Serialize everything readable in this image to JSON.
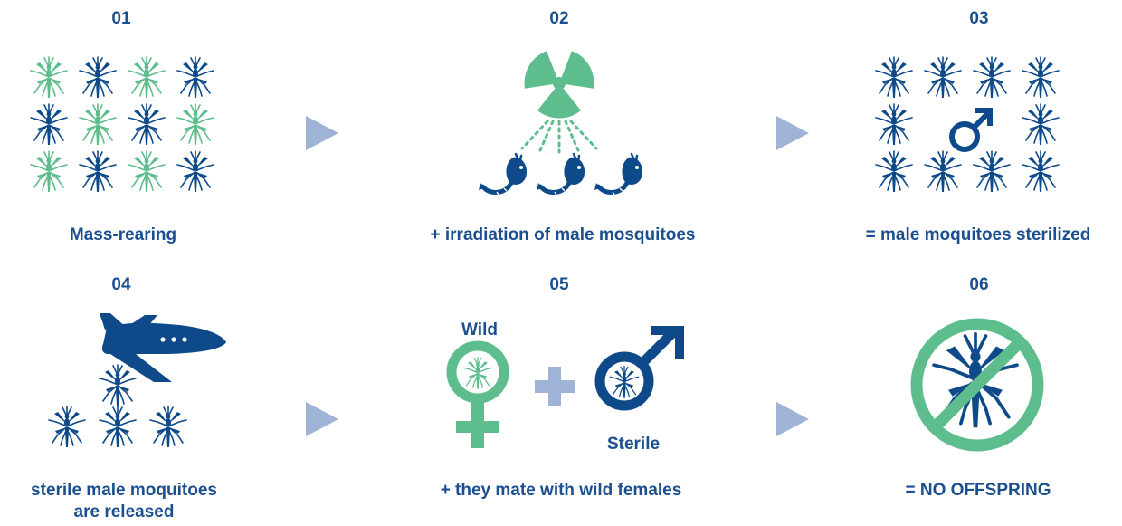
{
  "colors": {
    "navy": "#0e4a8a",
    "green": "#5ebd8c",
    "arrow": "#9fb3d6",
    "text": "#1b4f8f"
  },
  "steps": [
    {
      "number": "01",
      "caption": "Mass-rearing"
    },
    {
      "number": "02",
      "caption": "+ irradiation of male mosquitoes"
    },
    {
      "number": "03",
      "caption": "= male moquitoes sterilized"
    },
    {
      "number": "04",
      "caption_line1": "sterile male moquitoes",
      "caption_line2": "are released"
    },
    {
      "number": "05",
      "caption": "+ they mate with wild females",
      "label_wild": "Wild",
      "label_sterile": "Sterile"
    },
    {
      "number": "06",
      "caption": "= NO OFFSPRING"
    }
  ],
  "icons": {
    "mosquito": "mosquito-icon",
    "radiation": "radiation-icon",
    "pupa": "pupa-icon",
    "male_symbol": "male-symbol-icon",
    "female_symbol": "female-symbol-icon",
    "plus": "plus-icon",
    "plane": "airplane-icon",
    "prohibition": "prohibition-icon",
    "arrow": "arrow-right-icon"
  }
}
